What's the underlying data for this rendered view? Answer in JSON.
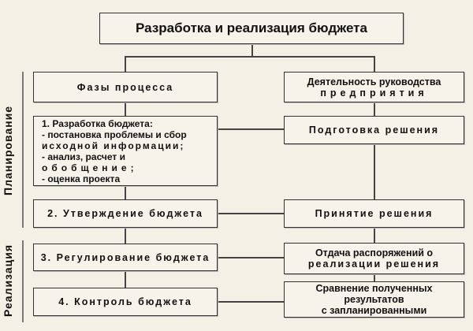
{
  "title": "Разработка и реализация бюджета",
  "left_header": "Фазы процесса",
  "right_header": {
    "line1": "Деятельность руководства",
    "line2": "предприятия"
  },
  "phase1": {
    "line1": "1. Разработка бюджета:",
    "line2": "- постановка проблемы и сбор",
    "line3": "исходной информации;",
    "line4": "- анализ, расчет и",
    "line5": "обобщение;",
    "line6": "- оценка проекта"
  },
  "phase2": "2. Утверждение бюджета",
  "phase3": "3. Регулирование бюджета",
  "phase4": "4. Контроль бюджета",
  "action1": "Подготовка решения",
  "action2": "Принятие решения",
  "action3": {
    "line1": "Отдача распоряжений о",
    "line2": "реализации решения"
  },
  "action4": {
    "line1": "Сравнение полученных",
    "line2": "результатов",
    "line3": "с запланированными"
  },
  "side_labels": {
    "planning": "Планирование",
    "realization": "Реализация"
  }
}
